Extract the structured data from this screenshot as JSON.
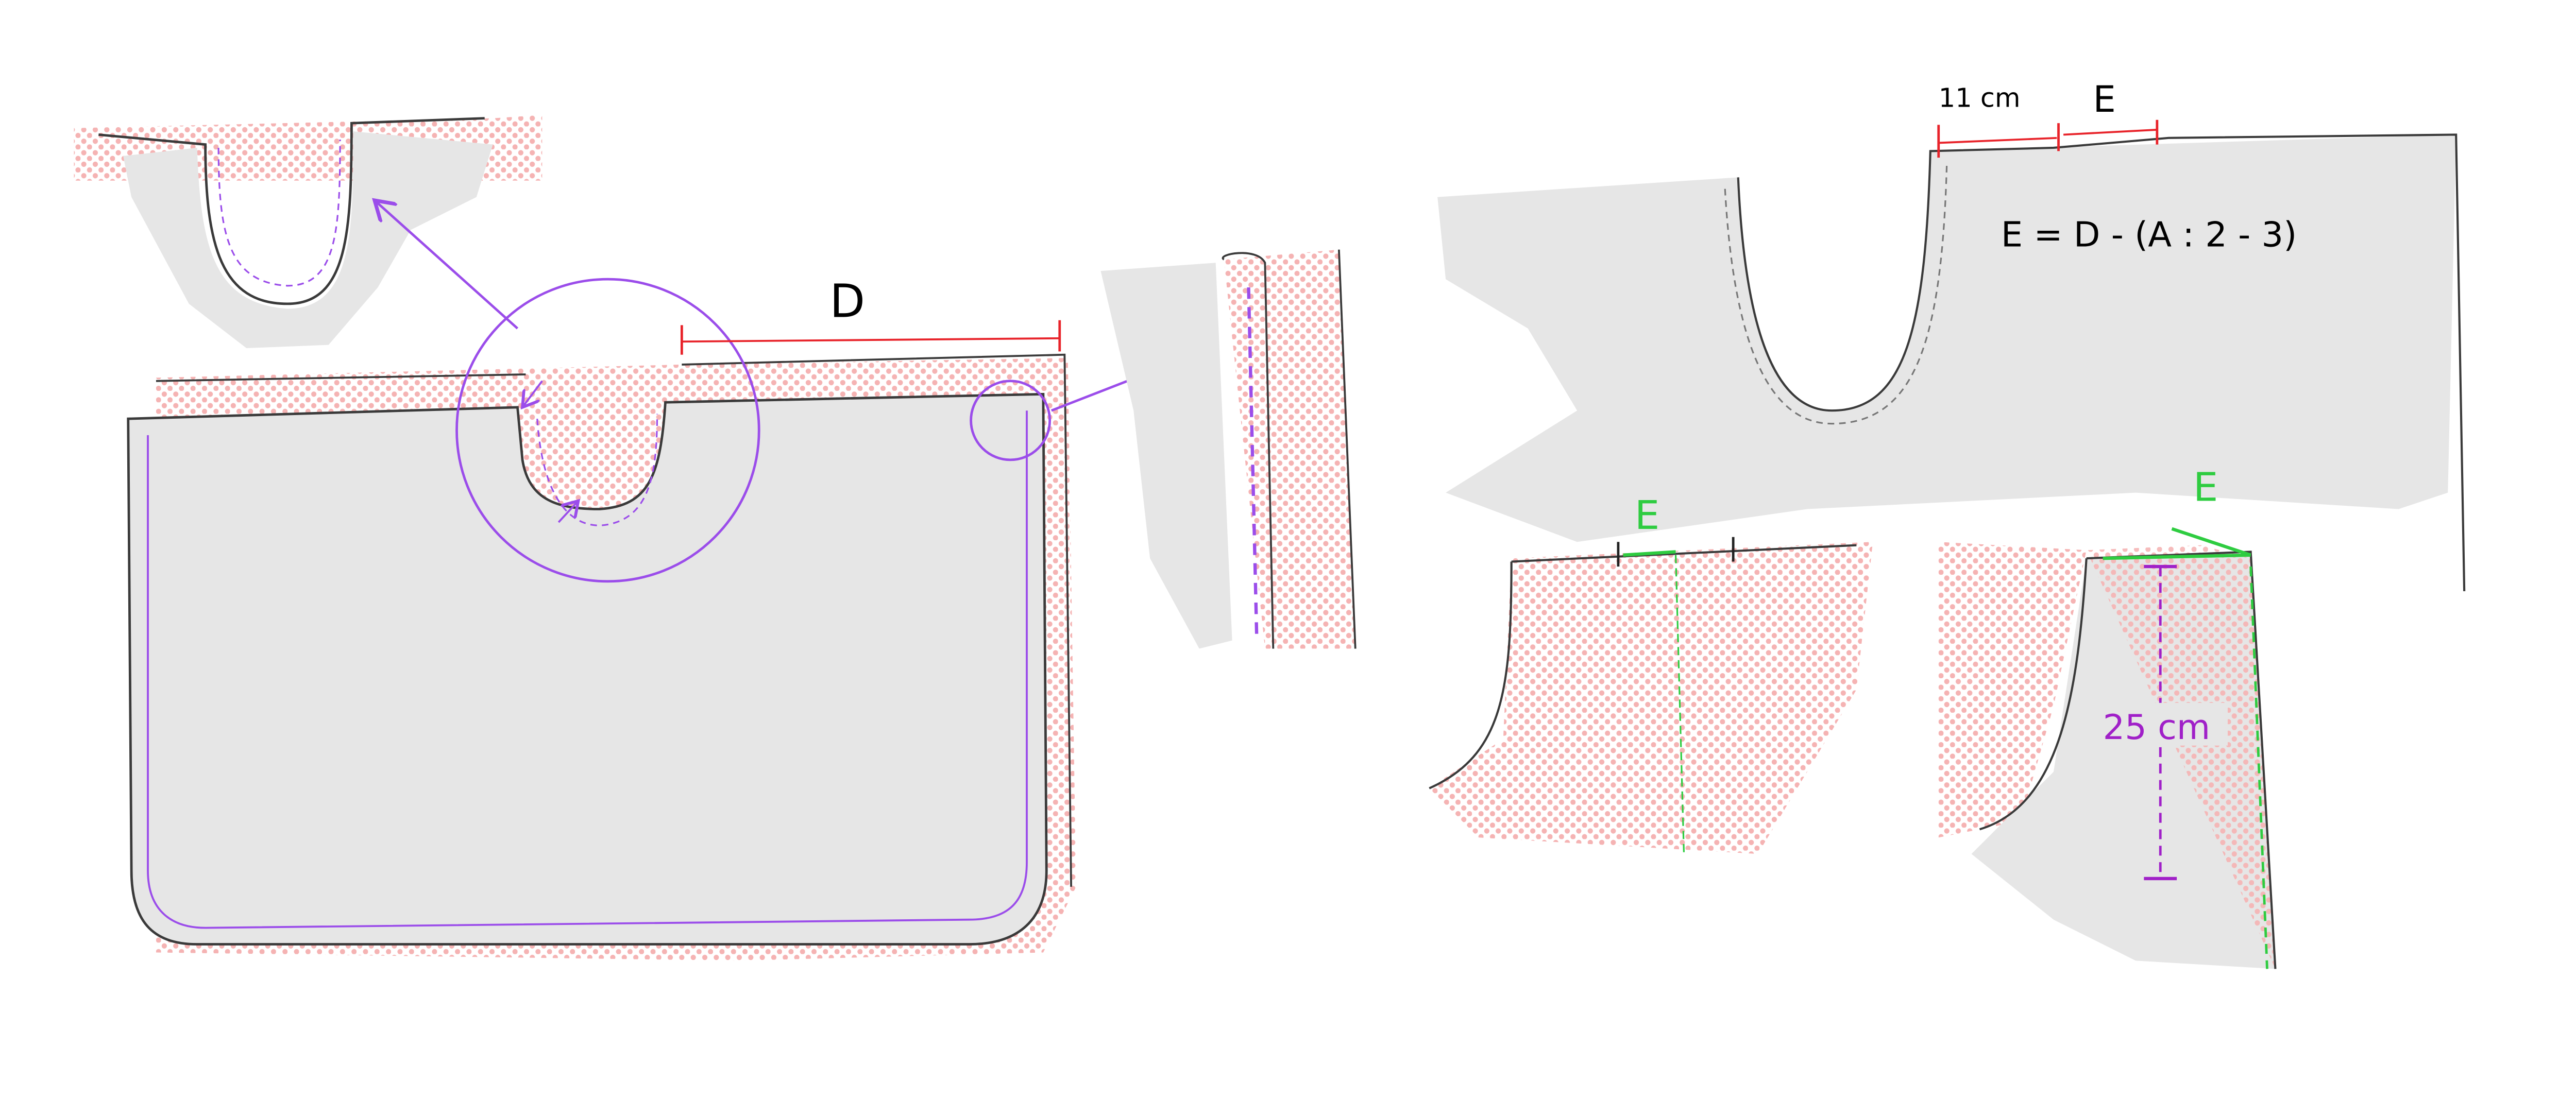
{
  "labels": {
    "d": "D",
    "eleven_cm": "11 cm",
    "e_top": "E",
    "formula": "E = D - (A : 2 - 3)",
    "e_bottom_left": "E",
    "e_bottom_right": "E",
    "twenty_five_cm": "25 cm"
  },
  "colors": {
    "fabric_gray": "#e6e6e6",
    "dot_pink": "#f5b3b3",
    "outline": "#3a3a3a",
    "measure_red": "#e8232a",
    "stitch_purple": "#9b4dea",
    "accent_green": "#2ecc40",
    "measure_purple": "#a020c8"
  }
}
